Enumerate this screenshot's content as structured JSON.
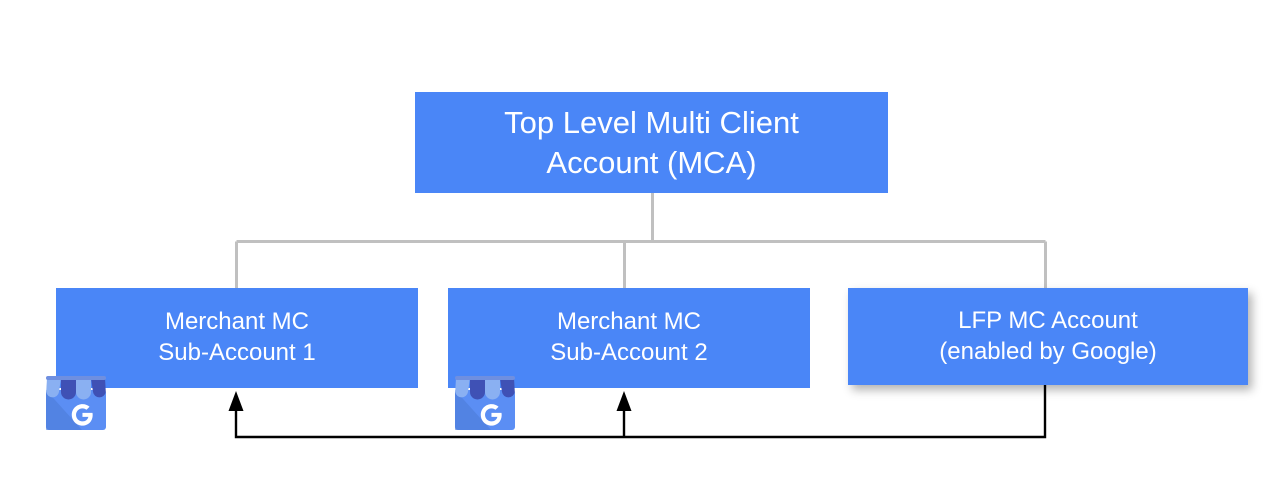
{
  "diagram": {
    "type": "hierarchy-tree",
    "background_color": "#ffffff",
    "node_color": "#4a86f7",
    "node_text_color": "#ffffff",
    "connector_color": "#c0c0c0",
    "arrow_color": "#000000",
    "nodes": {
      "top": {
        "label": "Top Level Multi Client\nAccount (MCA)",
        "line1": "Top Level Multi Client",
        "line2": "Account (MCA)"
      },
      "sub1": {
        "label": "Merchant MC\nSub-Account 1",
        "line1": "Merchant MC",
        "line2": "Sub-Account 1",
        "icon": "google-my-business-icon"
      },
      "sub2": {
        "label": "Merchant MC\nSub-Account 2",
        "line1": "Merchant MC",
        "line2": "Sub-Account 2",
        "icon": "google-my-business-icon"
      },
      "lfp": {
        "label": "LFP MC Account\n(enabled by Google)",
        "line1": "LFP MC Account",
        "line2": "(enabled by Google)"
      }
    },
    "edges": [
      {
        "from": "top",
        "to": "sub1",
        "style": "solid-gray-elbow"
      },
      {
        "from": "top",
        "to": "sub2",
        "style": "solid-gray-elbow"
      },
      {
        "from": "top",
        "to": "lfp",
        "style": "solid-gray-elbow"
      },
      {
        "from": "lfp",
        "to": "sub1",
        "style": "black-arrow-elbow",
        "direction": "up"
      },
      {
        "from": "lfp",
        "to": "sub2",
        "style": "black-arrow-elbow",
        "direction": "up"
      }
    ],
    "icon_colors": {
      "awning_light": "#8ab0f2",
      "awning_dark": "#3f51b5",
      "awning_mid": "#5c76c9",
      "body": "#5b8ef4",
      "body_shadow": "#4a7ad6",
      "glyph": "#ffffff",
      "glyph_letter": "G"
    }
  }
}
